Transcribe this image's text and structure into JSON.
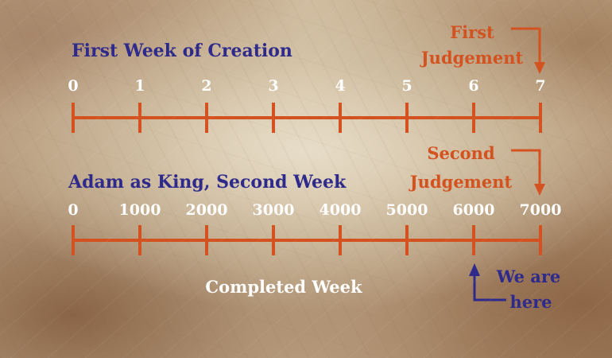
{
  "timeline1": {
    "title": "First Week of Creation",
    "ticks": [
      "0",
      "1",
      "2",
      "3",
      "4",
      "5",
      "6",
      "7"
    ]
  },
  "timeline2": {
    "title": "Adam as King, Second Week",
    "ticks": [
      "0",
      "1000",
      "2000",
      "3000",
      "4000",
      "5000",
      "6000",
      "7000"
    ]
  },
  "annotations": {
    "first_judgement": [
      "First",
      "Judgement"
    ],
    "second_judgement": [
      "Second",
      "Judgement"
    ],
    "completed_week": "Completed Week",
    "we_are_here": [
      "We are",
      "here"
    ]
  },
  "colors": {
    "axis": "#d4521f",
    "navy": "#2e2a8c",
    "white": "#ffffff"
  }
}
